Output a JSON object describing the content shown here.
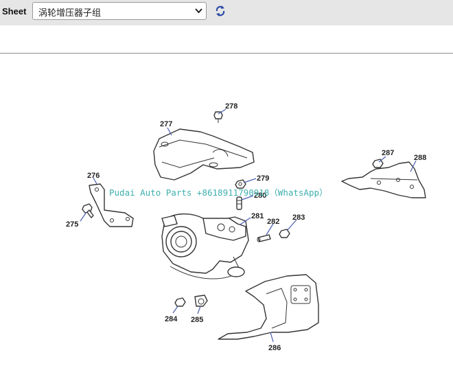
{
  "toolbar": {
    "sheet_label": "Sheet",
    "selected_sheet": "涡轮增压器子组",
    "refresh_icon": "refresh-icon",
    "select_icon": "chevron-down-icon"
  },
  "diagram": {
    "watermark": "Pudai Auto Parts +8618911790918（WhatsApp）",
    "parts": [
      "275",
      "276",
      "277",
      "278",
      "279",
      "280",
      "281",
      "282",
      "283",
      "284",
      "285",
      "286",
      "287",
      "288"
    ]
  },
  "colors": {
    "toolbar_bg": "#e6e6e6",
    "leader_line": "#4a5db0",
    "watermark": "#2aa6a6"
  }
}
